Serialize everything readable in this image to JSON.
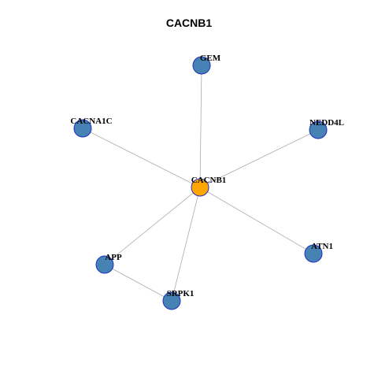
{
  "title": "CACNB1",
  "colors": {
    "center_fill": "#FFA500",
    "node_fill": "#4682B4",
    "node_stroke": "#1E2FBF",
    "edge": "#AAAAAA"
  },
  "nodes": [
    {
      "id": "CACNB1",
      "label": "CACNB1",
      "role": "center"
    },
    {
      "id": "GEM",
      "label": "GEM",
      "role": "neighbor"
    },
    {
      "id": "CACNA1C",
      "label": "CACNA1C",
      "role": "neighbor"
    },
    {
      "id": "NEDD4L",
      "label": "NEDD4L",
      "role": "neighbor"
    },
    {
      "id": "APP",
      "label": "APP",
      "role": "neighbor"
    },
    {
      "id": "SRPK1",
      "label": "SRPK1",
      "role": "neighbor"
    },
    {
      "id": "ATN1",
      "label": "ATN1",
      "role": "neighbor"
    }
  ],
  "edges": [
    [
      "CACNB1",
      "GEM"
    ],
    [
      "CACNB1",
      "CACNA1C"
    ],
    [
      "CACNB1",
      "NEDD4L"
    ],
    [
      "CACNB1",
      "APP"
    ],
    [
      "CACNB1",
      "SRPK1"
    ],
    [
      "CACNB1",
      "ATN1"
    ],
    [
      "APP",
      "SRPK1"
    ]
  ]
}
